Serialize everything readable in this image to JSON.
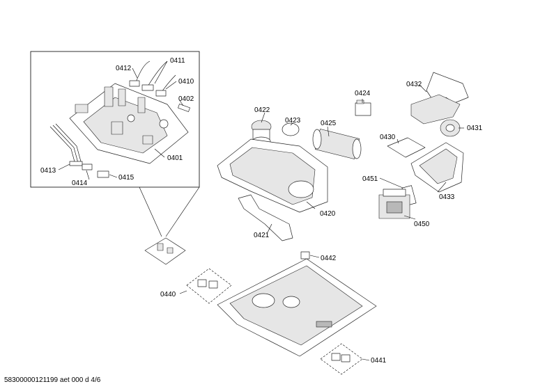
{
  "footer": {
    "document_id": "58300000121199 aet 000 d 4/6"
  },
  "callouts": {
    "c0401": "0401",
    "c0402": "0402",
    "c0410": "0410",
    "c0411": "0411",
    "c0412": "0412",
    "c0413": "0413",
    "c0414": "0414",
    "c0415": "0415",
    "c0420": "0420",
    "c0421": "0421",
    "c0422": "0422",
    "c0423": "0423",
    "c0424": "0424",
    "c0425": "0425",
    "c0430": "0430",
    "c0431": "0431",
    "c0432": "0432",
    "c0433": "0433",
    "c0440": "0440",
    "c0441": "0441",
    "c0442": "0442",
    "c0450": "0450",
    "c0451": "0451"
  }
}
